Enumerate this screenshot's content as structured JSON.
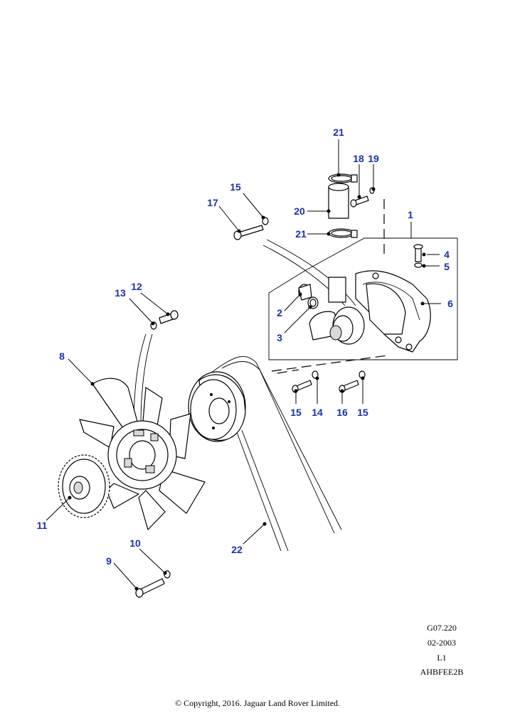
{
  "callouts": {
    "c1": "1",
    "c2": "2",
    "c3": "3",
    "c4": "4",
    "c5": "5",
    "c6": "6",
    "c8": "8",
    "c9": "9",
    "c10": "10",
    "c11": "11",
    "c12": "12",
    "c13": "13",
    "c14": "14",
    "c15a": "15",
    "c15b": "15",
    "c15c": "15",
    "c16": "16",
    "c17": "17",
    "c18": "18",
    "c19": "19",
    "c20": "20",
    "c21a": "21",
    "c21b": "21",
    "c22": "22"
  },
  "meta": {
    "code": "G07.220",
    "date": "02-2003",
    "level": "L1",
    "ref": "AHBFEE2B"
  },
  "footer": "© Copyright, 2016. Jaguar Land Rover Limited.",
  "colors": {
    "callout": "#1a2fb0",
    "line": "#000000"
  }
}
